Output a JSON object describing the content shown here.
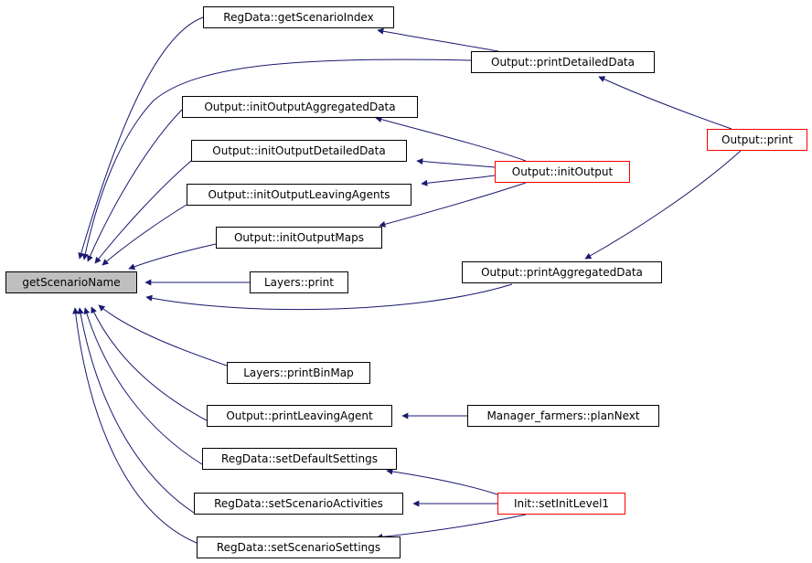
{
  "graph": {
    "root": {
      "id": "root",
      "label": "getScenarioName"
    },
    "nodes": [
      {
        "id": "reg_getScenarioIndex",
        "label": "RegData::getScenarioIndex",
        "border": "black"
      },
      {
        "id": "out_printDetailedData",
        "label": "Output::printDetailedData",
        "border": "black"
      },
      {
        "id": "out_initOutputAggregatedData",
        "label": "Output::initOutputAggregatedData",
        "border": "black"
      },
      {
        "id": "out_print",
        "label": "Output::print",
        "border": "red"
      },
      {
        "id": "out_initOutputDetailedData",
        "label": "Output::initOutputDetailedData",
        "border": "black"
      },
      {
        "id": "out_initOutput",
        "label": "Output::initOutput",
        "border": "red"
      },
      {
        "id": "out_initOutputLeavingAgents",
        "label": "Output::initOutputLeavingAgents",
        "border": "black"
      },
      {
        "id": "out_initOutputMaps",
        "label": "Output::initOutputMaps",
        "border": "black"
      },
      {
        "id": "out_printAggregatedData",
        "label": "Output::printAggregatedData",
        "border": "black"
      },
      {
        "id": "layers_print",
        "label": "Layers::print",
        "border": "black"
      },
      {
        "id": "layers_printBinMap",
        "label": "Layers::printBinMap",
        "border": "black"
      },
      {
        "id": "out_printLeavingAgent",
        "label": "Output::printLeavingAgent",
        "border": "black"
      },
      {
        "id": "mgr_planNext",
        "label": "Manager_farmers::planNext",
        "border": "black"
      },
      {
        "id": "reg_setDefaultSettings",
        "label": "RegData::setDefaultSettings",
        "border": "black"
      },
      {
        "id": "reg_setScenarioActivities",
        "label": "RegData::setScenarioActivities",
        "border": "black"
      },
      {
        "id": "init_setInitLevel1",
        "label": "Init::setInitLevel1",
        "border": "red"
      },
      {
        "id": "reg_setScenarioSettings",
        "label": "RegData::setScenarioSettings",
        "border": "black"
      }
    ],
    "edges": [
      {
        "from": "reg_getScenarioIndex",
        "to": "root"
      },
      {
        "from": "out_printDetailedData",
        "to": "root"
      },
      {
        "from": "out_initOutputAggregatedData",
        "to": "root"
      },
      {
        "from": "out_initOutputDetailedData",
        "to": "root"
      },
      {
        "from": "out_initOutputLeavingAgents",
        "to": "root"
      },
      {
        "from": "out_initOutputMaps",
        "to": "root"
      },
      {
        "from": "layers_print",
        "to": "root"
      },
      {
        "from": "out_printAggregatedData",
        "to": "root"
      },
      {
        "from": "layers_printBinMap",
        "to": "root"
      },
      {
        "from": "out_printLeavingAgent",
        "to": "root"
      },
      {
        "from": "reg_setDefaultSettings",
        "to": "root"
      },
      {
        "from": "reg_setScenarioActivities",
        "to": "root"
      },
      {
        "from": "reg_setScenarioSettings",
        "to": "root"
      },
      {
        "from": "out_printDetailedData",
        "to": "reg_getScenarioIndex"
      },
      {
        "from": "out_print",
        "to": "out_printDetailedData"
      },
      {
        "from": "out_print",
        "to": "out_printAggregatedData"
      },
      {
        "from": "out_initOutput",
        "to": "out_initOutputAggregatedData"
      },
      {
        "from": "out_initOutput",
        "to": "out_initOutputDetailedData"
      },
      {
        "from": "out_initOutput",
        "to": "out_initOutputLeavingAgents"
      },
      {
        "from": "out_initOutput",
        "to": "out_initOutputMaps"
      },
      {
        "from": "mgr_planNext",
        "to": "out_printLeavingAgent"
      },
      {
        "from": "init_setInitLevel1",
        "to": "reg_setDefaultSettings"
      },
      {
        "from": "init_setInitLevel1",
        "to": "reg_setScenarioActivities"
      },
      {
        "from": "init_setInitLevel1",
        "to": "reg_setScenarioSettings"
      }
    ],
    "colors": {
      "edge": "#191970",
      "node_border": "#000000",
      "highlight_border": "#ff0000",
      "root_fill": "#bfbfbf"
    }
  }
}
